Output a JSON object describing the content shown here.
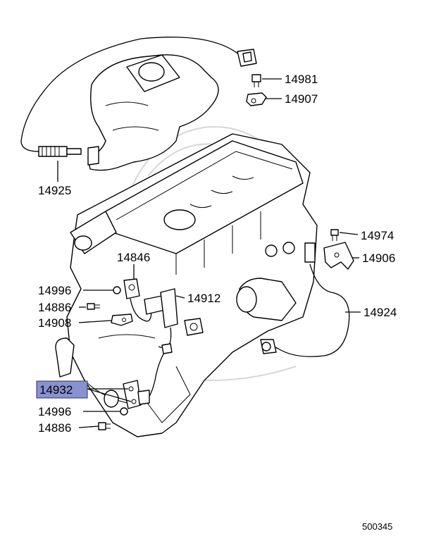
{
  "diagram": {
    "callouts": {
      "c14981": "14981",
      "c14907": "14907",
      "c14925": "14925",
      "c14974": "14974",
      "c14906": "14906",
      "c14846": "14846",
      "c14996a": "14996",
      "c14886a": "14886",
      "c14908": "14908",
      "c14912": "14912",
      "c14924": "14924",
      "c14932": "14932",
      "c14996b": "14996",
      "c14886b": "14886"
    },
    "highlighted_part": "14932",
    "highlight_color": "#8a91cf",
    "drawing_code": "500345"
  }
}
